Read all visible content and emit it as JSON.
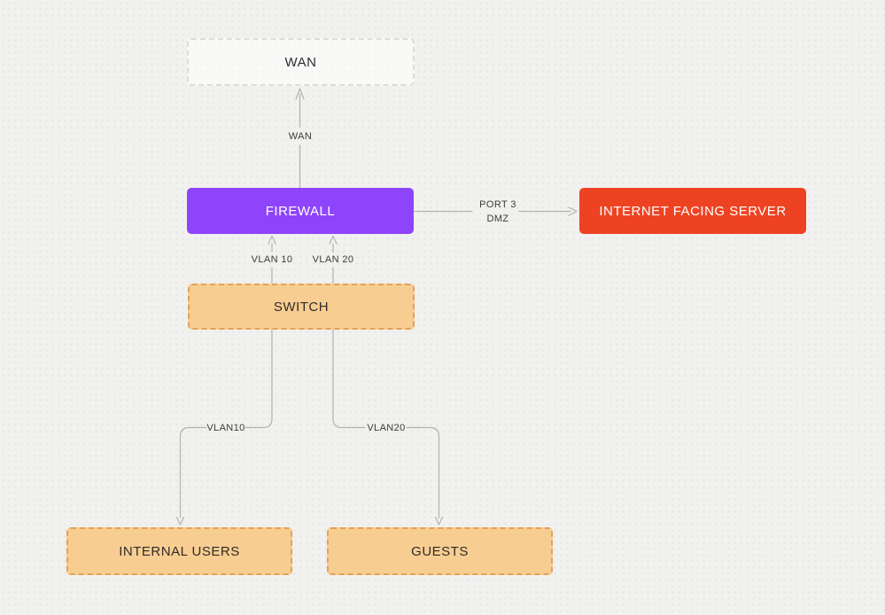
{
  "canvas": {
    "background_color": "#f1f1ef",
    "dot_color": "#e3e3e0",
    "connector_color": "#b2b2b0"
  },
  "nodes": [
    {
      "id": "wan",
      "label": "WAN",
      "style": "dashed-placeholder",
      "fill": "rgba(255,255,255,0.55)",
      "border_color": "#dcdcd9",
      "text_color": "#2e2e30"
    },
    {
      "id": "firewall",
      "label": "FIREWALL",
      "style": "solid",
      "fill": "#8e44fa",
      "text_color": "#ffffff"
    },
    {
      "id": "internet-facing-server",
      "label": "INTERNET FACING SERVER",
      "style": "solid",
      "fill": "#ee4323",
      "text_color": "#ffffff"
    },
    {
      "id": "switch",
      "label": "SWITCH",
      "style": "dashed",
      "fill": "#f8cd92",
      "border_color": "#e2a159",
      "text_color": "#2f2c26"
    },
    {
      "id": "internal-users",
      "label": "INTERNAL USERS",
      "style": "dashed",
      "fill": "#f8cd92",
      "border_color": "#e2a159",
      "text_color": "#2f2c26"
    },
    {
      "id": "guests",
      "label": "GUESTS",
      "style": "dashed",
      "fill": "#f8cd92",
      "border_color": "#e2a159",
      "text_color": "#2f2c26"
    }
  ],
  "edges": [
    {
      "from": "firewall",
      "to": "wan",
      "label": "WAN"
    },
    {
      "from": "firewall",
      "to": "internet-facing-server",
      "label_lines": [
        "PORT 3",
        "DMZ"
      ]
    },
    {
      "from": "switch",
      "to": "firewall",
      "label": "VLAN 10"
    },
    {
      "from": "switch",
      "to": "firewall",
      "label": "VLAN 20"
    },
    {
      "from": "switch",
      "to": "internal-users",
      "label": "VLAN10"
    },
    {
      "from": "switch",
      "to": "guests",
      "label": "VLAN20"
    }
  ]
}
